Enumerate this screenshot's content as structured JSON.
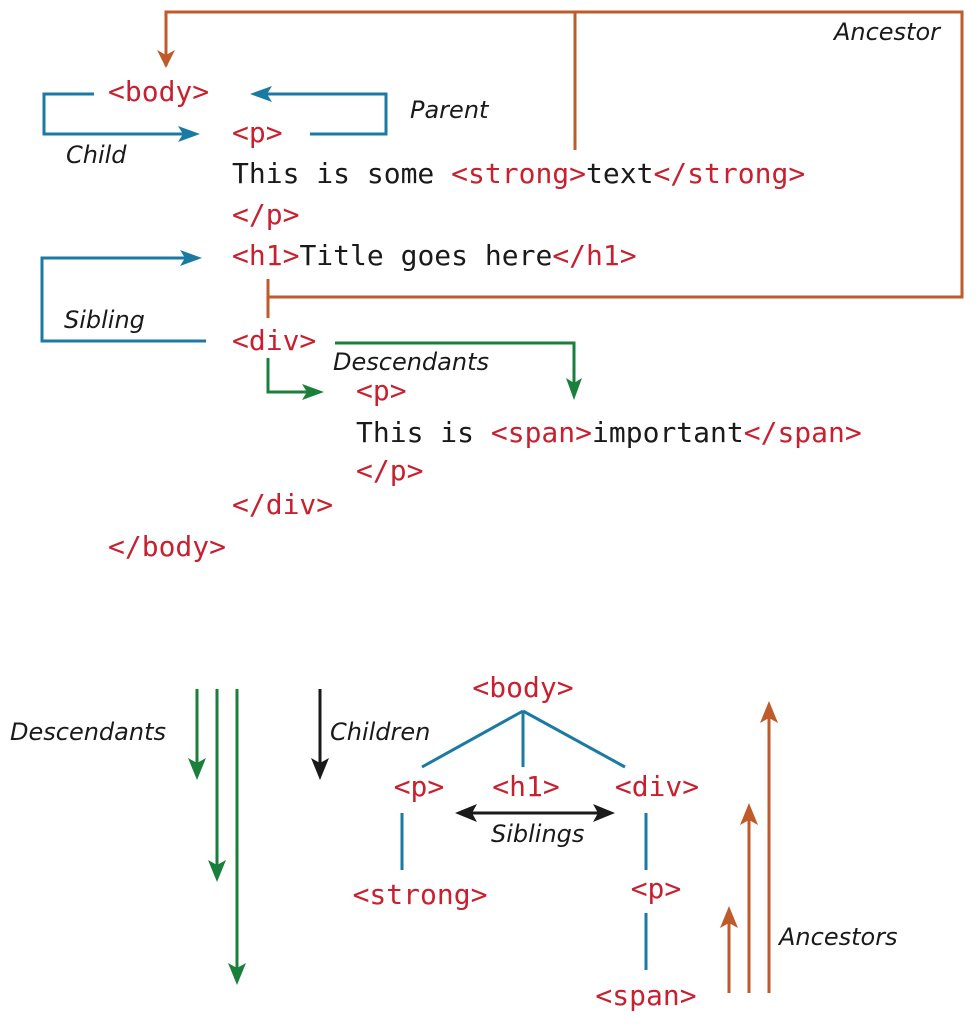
{
  "colors": {
    "tag": "#c8202f",
    "text": "#1a1a1a",
    "child_parent_sibling": "#1a7aa3",
    "ancestor": "#bf5a2a",
    "descendant": "#1a7f3b"
  },
  "code": {
    "line1": {
      "tag": "<body>"
    },
    "line2": {
      "tag": "<p>"
    },
    "line3": {
      "text": "This is some ",
      "open": "<strong>",
      "inner": "text",
      "close": "</strong>"
    },
    "line4": {
      "tag": "</p>"
    },
    "line5": {
      "open": "<h1>",
      "inner": "Title goes here",
      "close": "</h1>"
    },
    "line6": {
      "tag": "<div>"
    },
    "line7": {
      "tag": "<p>"
    },
    "line8": {
      "text": "This is ",
      "open": "<span>",
      "inner": "important",
      "close": "</span>"
    },
    "line9": {
      "tag": "</p>"
    },
    "line10": {
      "tag": "</div>"
    },
    "line11": {
      "tag": "</body>"
    }
  },
  "labels": {
    "ancestor": "Ancestor",
    "parent": "Parent",
    "child": "Child",
    "sibling": "Sibling",
    "descendants_top": "Descendants",
    "descendants_bottom": "Descendants",
    "children": "Children",
    "siblings": "Siblings",
    "ancestors": "Ancestors"
  },
  "tree": {
    "root": "<body>",
    "p": "<p>",
    "h1": "<h1>",
    "div": "<div>",
    "strong": "<strong>",
    "div_p": "<p>",
    "span": "<span>"
  }
}
